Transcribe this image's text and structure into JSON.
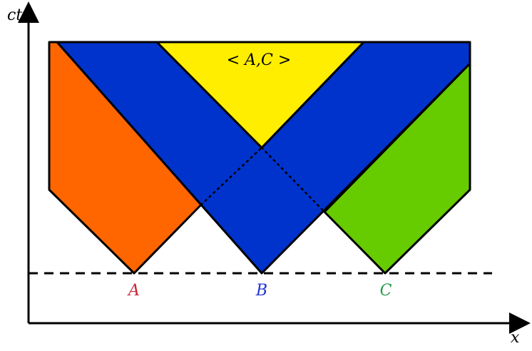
{
  "axes": {
    "vertical_label": "ct",
    "horizontal_label": "x"
  },
  "regions": {
    "intersection_label": "< A,C >",
    "colors": {
      "region_a": "#ff6600",
      "region_b": "#0033cc",
      "region_c": "#66cc00",
      "intersection": "#ffee00",
      "outline": "#000000"
    }
  },
  "points": {
    "a": {
      "label": "A",
      "color": "#cc2233"
    },
    "b": {
      "label": "B",
      "color": "#2233cc"
    },
    "c": {
      "label": "C",
      "color": "#229944"
    }
  }
}
